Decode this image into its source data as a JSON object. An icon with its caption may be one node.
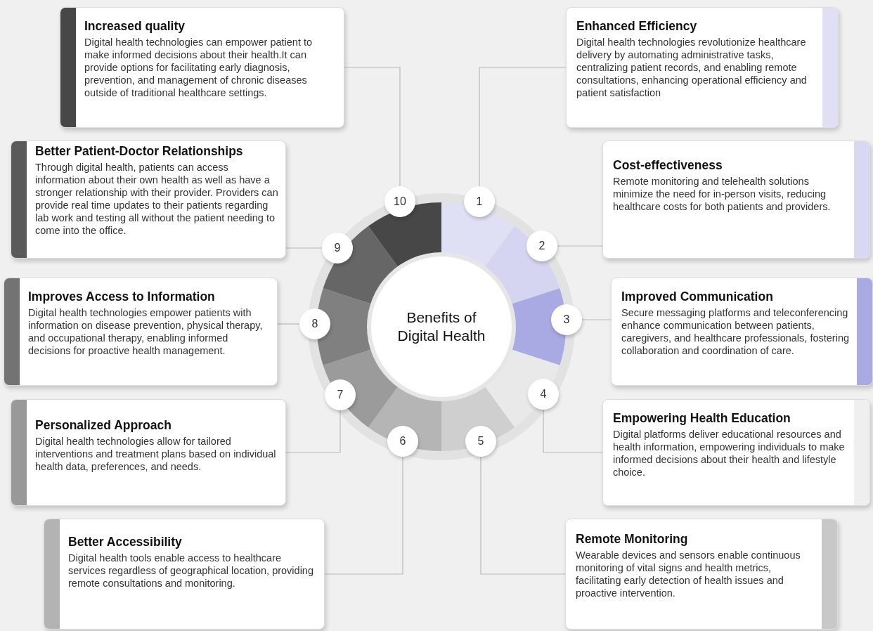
{
  "diagram": {
    "nodes": [
      {
        "text": [
          "Benefits of Digital Health"
        ]
      },
      {
        "text": [
          "1"
        ]
      },
      {
        "text": [
          "2"
        ]
      },
      {
        "text": [
          "3"
        ]
      },
      {
        "text": [
          "4"
        ]
      },
      {
        "text": [
          "5"
        ]
      },
      {
        "text": [
          "6"
        ]
      },
      {
        "text": [
          "7"
        ]
      },
      {
        "text": [
          "8"
        ]
      },
      {
        "text": [
          "9"
        ]
      },
      {
        "text": [
          "10"
        ]
      },
      {
        "text": [
          "Enhanced Efficiency",
          "Digital health technologies revolutionize healthcare delivery by automating administrative tasks, centralizing patient records, and enabling remote consultations, enhancing operational efficiency and patient satisfaction"
        ]
      },
      {
        "text": [
          "Cost-effectiveness",
          "Remote monitoring and telehealth solutions minimize the need for in-person visits, reducing healthcare costs for both patients and providers."
        ]
      },
      {
        "text": [
          "Improved Communication",
          "Secure messaging platforms and teleconferencing enhance communication between patients, caregivers, and healthcare professionals, fostering collaboration and coordination of care."
        ]
      },
      {
        "text": [
          "Empowering Health Education",
          "Digital platforms deliver educational resources and health information, empowering individuals to make informed decisions about their health and lifestyle choice."
        ]
      },
      {
        "text": [
          "Remote Monitoring",
          "Wearable devices and sensors enable continuous monitoring of vital signs and health metrics, facilitating early detection of health issues and proactive intervention."
        ]
      },
      {
        "text": [
          "Better Accessibility",
          "Digital health tools enable access to healthcare services regardless of geographical location, providing remote consultations and monitoring."
        ]
      },
      {
        "text": [
          "Personalized Approach",
          "Digital health technologies allow for tailored interventions and treatment plans based on individual health data, preferences, and needs."
        ]
      },
      {
        "text": [
          "Improves Access to Information",
          "Digital health technologies empower patients with information on disease prevention, physical therapy, and occupational therapy, enabling informed decisions for proactive health management."
        ]
      },
      {
        "text": [
          "Better Patient-Doctor Relationships",
          "Through digital health, patients can access information about their own health as well as have a stronger relationship with their provider. Providers can provide real time updates to their patients regarding lab work and testing all without the patient needing to come into the office."
        ]
      },
      {
        "text": [
          "Increased quality",
          "Digital health technologies can empower patient to make informed decisions about their health.It can provide options for facilitating early diagnosis, prevention, and management of chronic diseases outside of traditional healthcare settings."
        ]
      }
    ],
    "edges": [
      {
        "from": 1,
        "to": 11,
        "arrow": "none"
      },
      {
        "from": 2,
        "to": 12,
        "arrow": "none"
      },
      {
        "from": 3,
        "to": 13,
        "arrow": "none"
      },
      {
        "from": 4,
        "to": 14,
        "arrow": "none"
      },
      {
        "from": 5,
        "to": 15,
        "arrow": "none"
      },
      {
        "from": 6,
        "to": 16,
        "arrow": "none"
      },
      {
        "from": 7,
        "to": 17,
        "arrow": "none"
      },
      {
        "from": 8,
        "to": 18,
        "arrow": "none"
      },
      {
        "from": 9,
        "to": 19,
        "arrow": "none"
      },
      {
        "from": 10,
        "to": 20,
        "arrow": "none"
      }
    ]
  }
}
